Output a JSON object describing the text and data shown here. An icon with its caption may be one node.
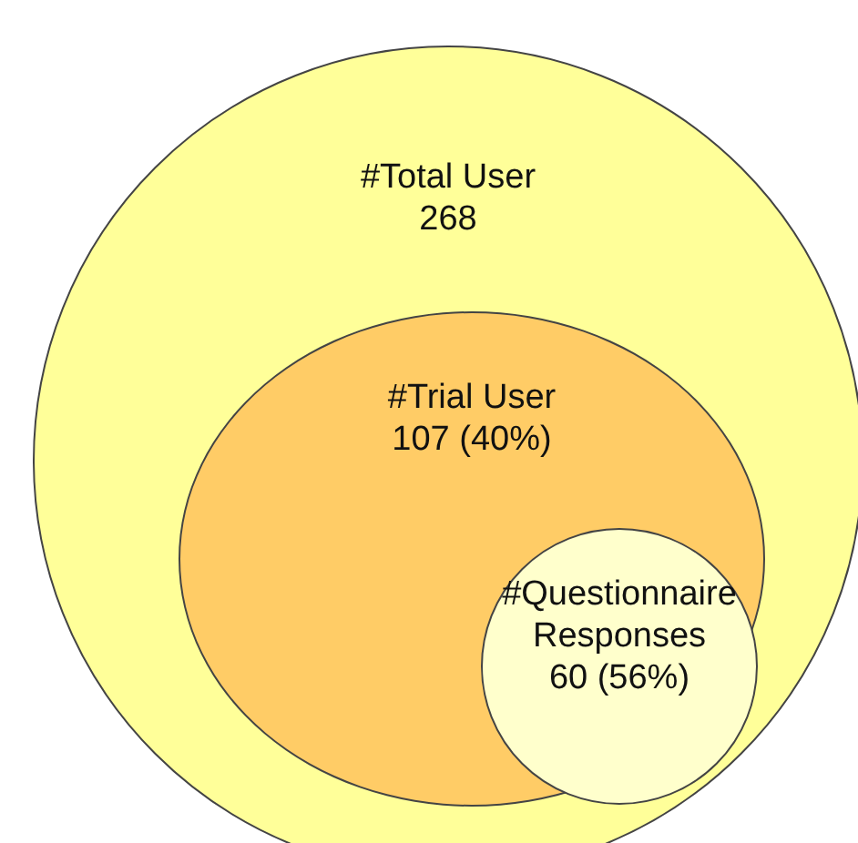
{
  "diagram": {
    "nodes": [
      {
        "text": [
          "#Total User",
          "268"
        ]
      },
      {
        "text": [
          "#Trial User",
          "107 (40%)"
        ],
        "in": 0
      },
      {
        "text": [
          "#Questionnaire Responses",
          "60 (56%)"
        ],
        "in": 1
      }
    ]
  }
}
